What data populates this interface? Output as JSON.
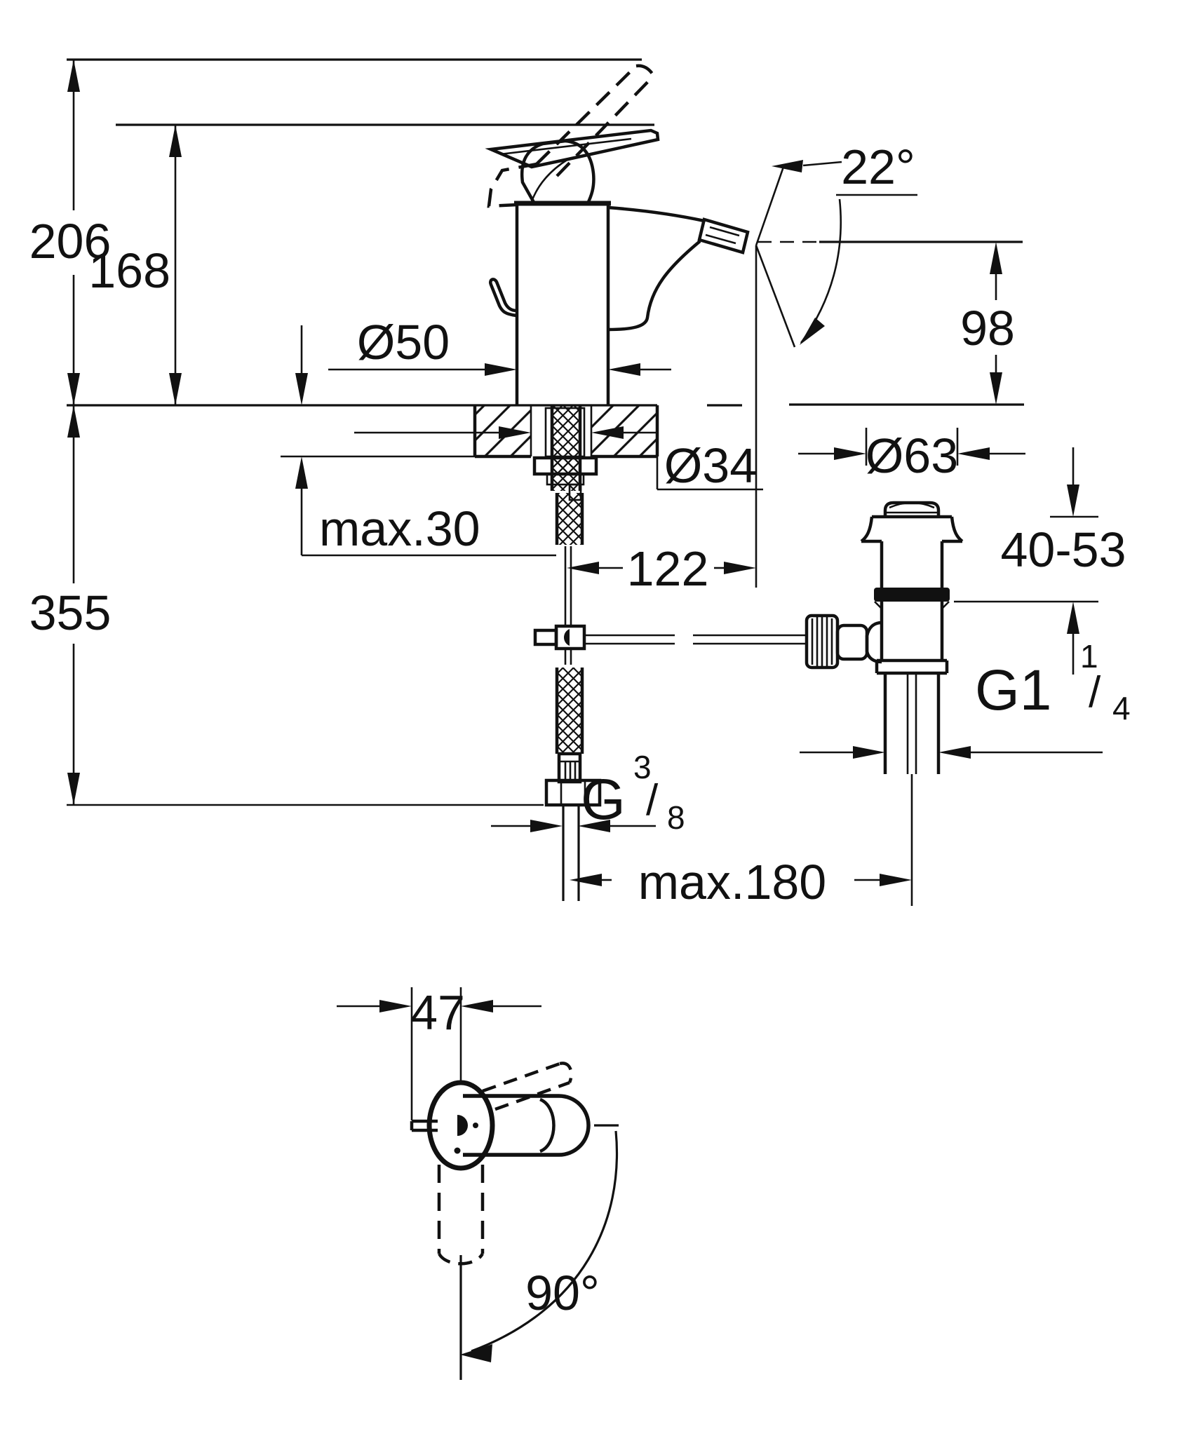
{
  "drawing": {
    "title_semantic": "single-lever-basin-mixer-dimension-drawing",
    "colors": {
      "ink": "#111111",
      "background": "#ffffff"
    },
    "labels": {
      "height_lever_raised": "206",
      "height_lever_down": "168",
      "body_diameter": "Ø50",
      "spout_angle": "22°",
      "spout_height": "98",
      "mounting_hole_diameter": "Ø34",
      "deck_thickness_max": "max.30",
      "total_height_below": "355",
      "spout_reach": "122",
      "waste_flange_diameter": "Ø63",
      "waste_clamping_range": "40-53",
      "waste_thread": {
        "main": "G1",
        "sup": "1",
        "slash": "/",
        "sub": "4"
      },
      "supply_thread": {
        "main": "G",
        "sup": "3",
        "slash": "/",
        "sub": "8"
      },
      "rod_reach_max": "max.180",
      "handle_width": "47",
      "handle_swivel_angle": "90°"
    }
  }
}
